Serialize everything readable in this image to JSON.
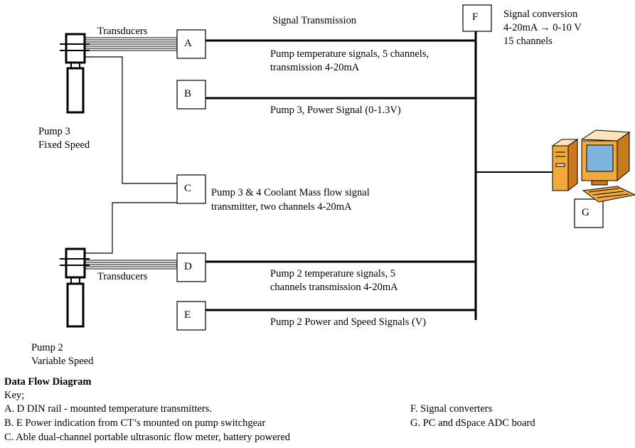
{
  "diagram": {
    "title": "Signal Transmission",
    "boxes": {
      "a": "A",
      "b": "B",
      "c": "C",
      "d": "D",
      "e": "E",
      "f": "F",
      "g": "G"
    },
    "labels": {
      "transducers_top": "Transducers",
      "transducers_bottom": "Transducers",
      "pump3_line1": "Pump 3",
      "pump3_line2": "Fixed Speed",
      "pump2_line1": "Pump 2",
      "pump2_line2": "Variable Speed",
      "signal_a_line1": "Pump temperature signals, 5 channels,",
      "signal_a_line2": "transmission 4-20mA",
      "signal_b": "Pump 3, Power Signal (0-1.3V)",
      "signal_c_line1": "Pump 3 & 4  Coolant Mass flow signal",
      "signal_c_line2": "transmitter, two channels 4-20mA",
      "signal_d_line1": "Pump 2 temperature signals, 5",
      "signal_d_line2": "channels transmission 4-20mA",
      "signal_e": "Pump 2 Power and Speed Signals (V)",
      "conversion_line1": "Signal conversion",
      "conversion_line2": "4-20mA → 0-10 V",
      "conversion_line3": "15 channels"
    },
    "icons": [
      "pump-icon",
      "pc-computer-icon"
    ]
  },
  "key": {
    "title": "Data Flow Diagram",
    "subtitle": "Key;",
    "items_left": [
      "A. D  DIN rail - mounted temperature transmitters.",
      "B. E Power indication from CT’s mounted on pump switchgear",
      "C. Able dual-channel portable ultrasonic flow meter, battery powered"
    ],
    "items_right": [
      "F. Signal converters",
      "G. PC and dSpace ADC board"
    ]
  },
  "colors": {
    "line": "#000000",
    "pc_body": "#f2a93b",
    "pc_shade": "#c97a1e",
    "pc_screen": "#7fb3e0",
    "pc_light": "#fde3b8"
  }
}
